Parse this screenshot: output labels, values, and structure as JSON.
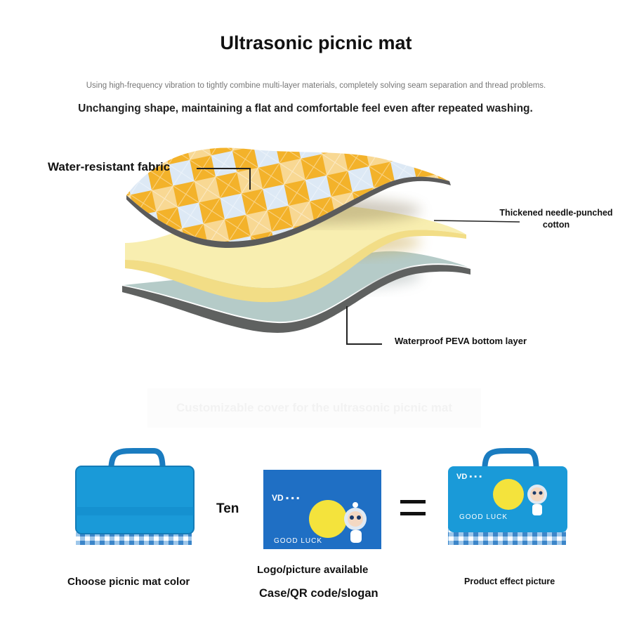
{
  "header": {
    "title": "Ultrasonic picnic mat",
    "subtitle_small": "Using high-frequency vibration to tightly combine multi-layer materials, completely solving seam separation and thread problems.",
    "subtitle_bold": "Unchanging shape, maintaining a flat and comfortable feel even after repeated washing."
  },
  "layers": {
    "top_label": "Water-resistant fabric",
    "middle_label": "Thickened needle-punched cotton",
    "bottom_label": "Waterproof PEVA bottom layer"
  },
  "custom": {
    "title": "Customizable cover for the ultrasonic picnic mat",
    "operator_text": "Ten",
    "logo_text": "GOOD LUCK",
    "captions": {
      "color": "Choose picnic mat color",
      "logo_line1": "Logo/picture available",
      "logo_line2": "Case/QR code/slogan",
      "effect": "Product effect picture"
    }
  },
  "colors": {
    "check_orange": "#f3b22a",
    "cotton_yellow": "#f8eeb0",
    "peva_grey": "#b5cbc8",
    "mat_blue": "#1a9ad8",
    "cover_blue": "#1f6fc4",
    "sun_yellow": "#f4e33c"
  }
}
